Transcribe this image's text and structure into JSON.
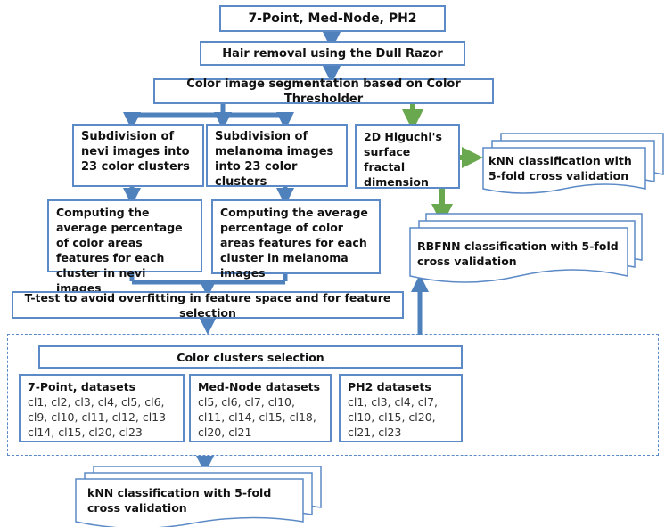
{
  "nodes": {
    "datasets": "7-Point, Med-Node, PH2",
    "hair_removal": "Hair removal using the Dull Razor",
    "segmentation": "Color image segmentation based on Color Thresholder",
    "subdiv_nevi": "Subdivision of nevi images into 23 color clusters",
    "subdiv_melanoma": "Subdivision of melanoma images into 23 color clusters",
    "higuchi": "2D Higuchi's surface fractal dimension",
    "knn_fractal": "kNN classification with 5-fold cross validation",
    "avg_nevi": "Computing the average percentage of color areas features for each cluster in nevi images",
    "avg_melanoma": "Computing the average percentage of color areas features for each cluster in melanoma images",
    "rbfnn": "RBFNN classification with 5-fold cross validation",
    "ttest": "T-test to avoid overfitting in feature space and for feature selection",
    "cluster_selection": "Color clusters selection",
    "knn_final": "kNN classification with 5-fold cross validation"
  },
  "selected_clusters": [
    {
      "title": "7-Point, datasets",
      "clusters": "cl1, cl2, cl3, cl4, cl5, cl6, cl9, cl10, cl11, cl12, cl13 cl14, cl15, cl20, cl23"
    },
    {
      "title": "Med-Node datasets",
      "clusters": "cl5, cl6, cl7, cl10, cl11, cl14, cl15, cl18, cl20, cl21"
    },
    {
      "title": "PH2 datasets",
      "clusters": "cl1, cl3, cl4, cl7, cl10, cl15, cl20, cl21, cl23"
    }
  ],
  "colors": {
    "border": "#5b8ac6",
    "arrow_blue": "#4f81bd",
    "arrow_green": "#6aa84f"
  }
}
